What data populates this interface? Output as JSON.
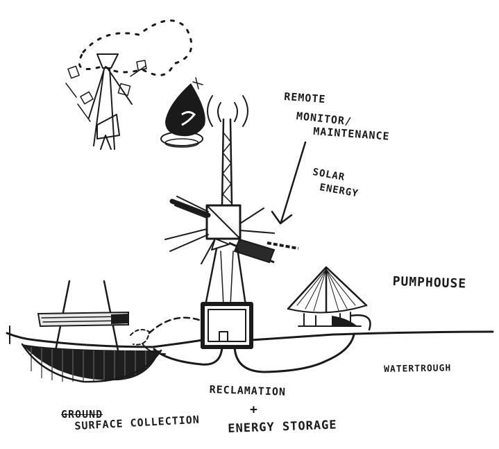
{
  "labels": {
    "remote": "REMOTE",
    "monitor": "MONITOR/",
    "maintenance": "MAINTENANCE",
    "solar_line1": "SOLAR",
    "solar_line2": "ENERGY",
    "pumphouse": "PUMPHOUSE",
    "watertrough": "WATERTROUGH",
    "reclamation": "RECLAMATION",
    "plus": "+",
    "energy_storage": "ENERGY STORAGE",
    "ground_struck": "GROUND",
    "surface_collection": "SURFACE COLLECTION"
  },
  "colors": {
    "ink": "#1a1a1a",
    "paper": "#ffffff"
  }
}
